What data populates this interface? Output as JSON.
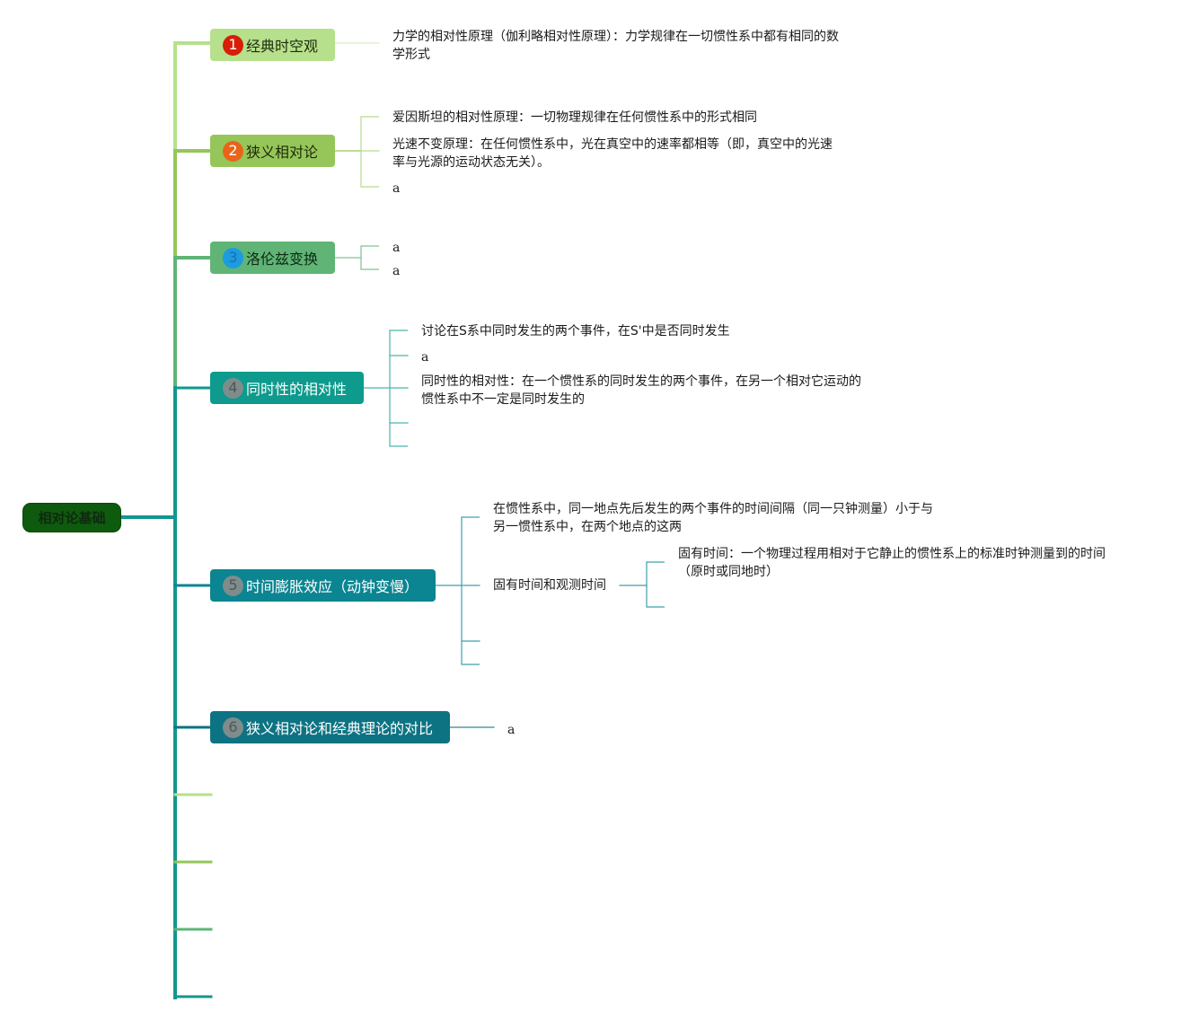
{
  "root": {
    "label": "相对论基础"
  },
  "branches": [
    {
      "num": "1",
      "label": "经典时空观",
      "fill": "#b6e08c",
      "text": "#1d2b0c",
      "badge_bg": "#d81e06",
      "badge_fg": "#ffffff",
      "notes": [
        "力学的相对性原理（伽利略相对性原理）：力学规律在一切惯性系中都有相同的数学形式"
      ]
    },
    {
      "num": "2",
      "label": "狭义相对论",
      "fill": "#96c65a",
      "text": "#1c2a0a",
      "badge_bg": "#e8641b",
      "badge_fg": "#ffffff",
      "notes": [
        "爱因斯坦的相对性原理：一切物理规律在任何惯性系中的形式相同",
        "光速不变原理：在任何惯性系中，光在真空中的速率都相等（即，真空中的光速率与光源的运动状态无关）。",
        "a"
      ]
    },
    {
      "num": "3",
      "label": "洛伦兹变换",
      "fill": "#5fb476",
      "text": "#0f2a14",
      "badge_bg": "#1c9be0",
      "badge_fg": "#1a6fb0",
      "notes": [
        "a",
        "a"
      ]
    },
    {
      "num": "4",
      "label": "同时性的相对性",
      "fill": "#0e9a8c",
      "text": "#ffffff",
      "badge_bg": "#7f8c8c",
      "badge_fg": "#4d5959",
      "notes": [
        "讨论在S系中同时发生的两个事件，在S'中是否同时发生",
        "a",
        "同时性的相对性：在一个惯性系的同时发生的两个事件，在另一个相对它运动的惯性系中不一定是同时发生的"
      ]
    },
    {
      "num": "5",
      "label": "时间膨胀效应（动钟变慢）",
      "fill": "#0b8591",
      "text": "#ffffff",
      "badge_bg": "#7f8c8c",
      "badge_fg": "#4d5959",
      "notes": [
        "在惯性系中，同一地点先后发生的两个事件的时间间隔（同一只钟测量）小于与另一惯性系中，在两个地点的这两",
        "固有时间和观测时间"
      ],
      "sub_notes": [
        "固有时间：一个物理过程用相对于它静止的惯性系上的标准时钟测量到的时间（原时或同地时）"
      ]
    },
    {
      "num": "6",
      "label": "狭义相对论和经典理论的对比",
      "fill": "#0d7383",
      "text": "#ffffff",
      "badge_bg": "#7f8c8c",
      "badge_fg": "#4d5959",
      "notes": [
        "a"
      ]
    }
  ],
  "colors": {
    "trunk": "#13968f",
    "stub_1": "#b6e08c",
    "stub_2": "#96c65a",
    "stub_3": "#5fb476",
    "stub_4": "#13968f"
  }
}
